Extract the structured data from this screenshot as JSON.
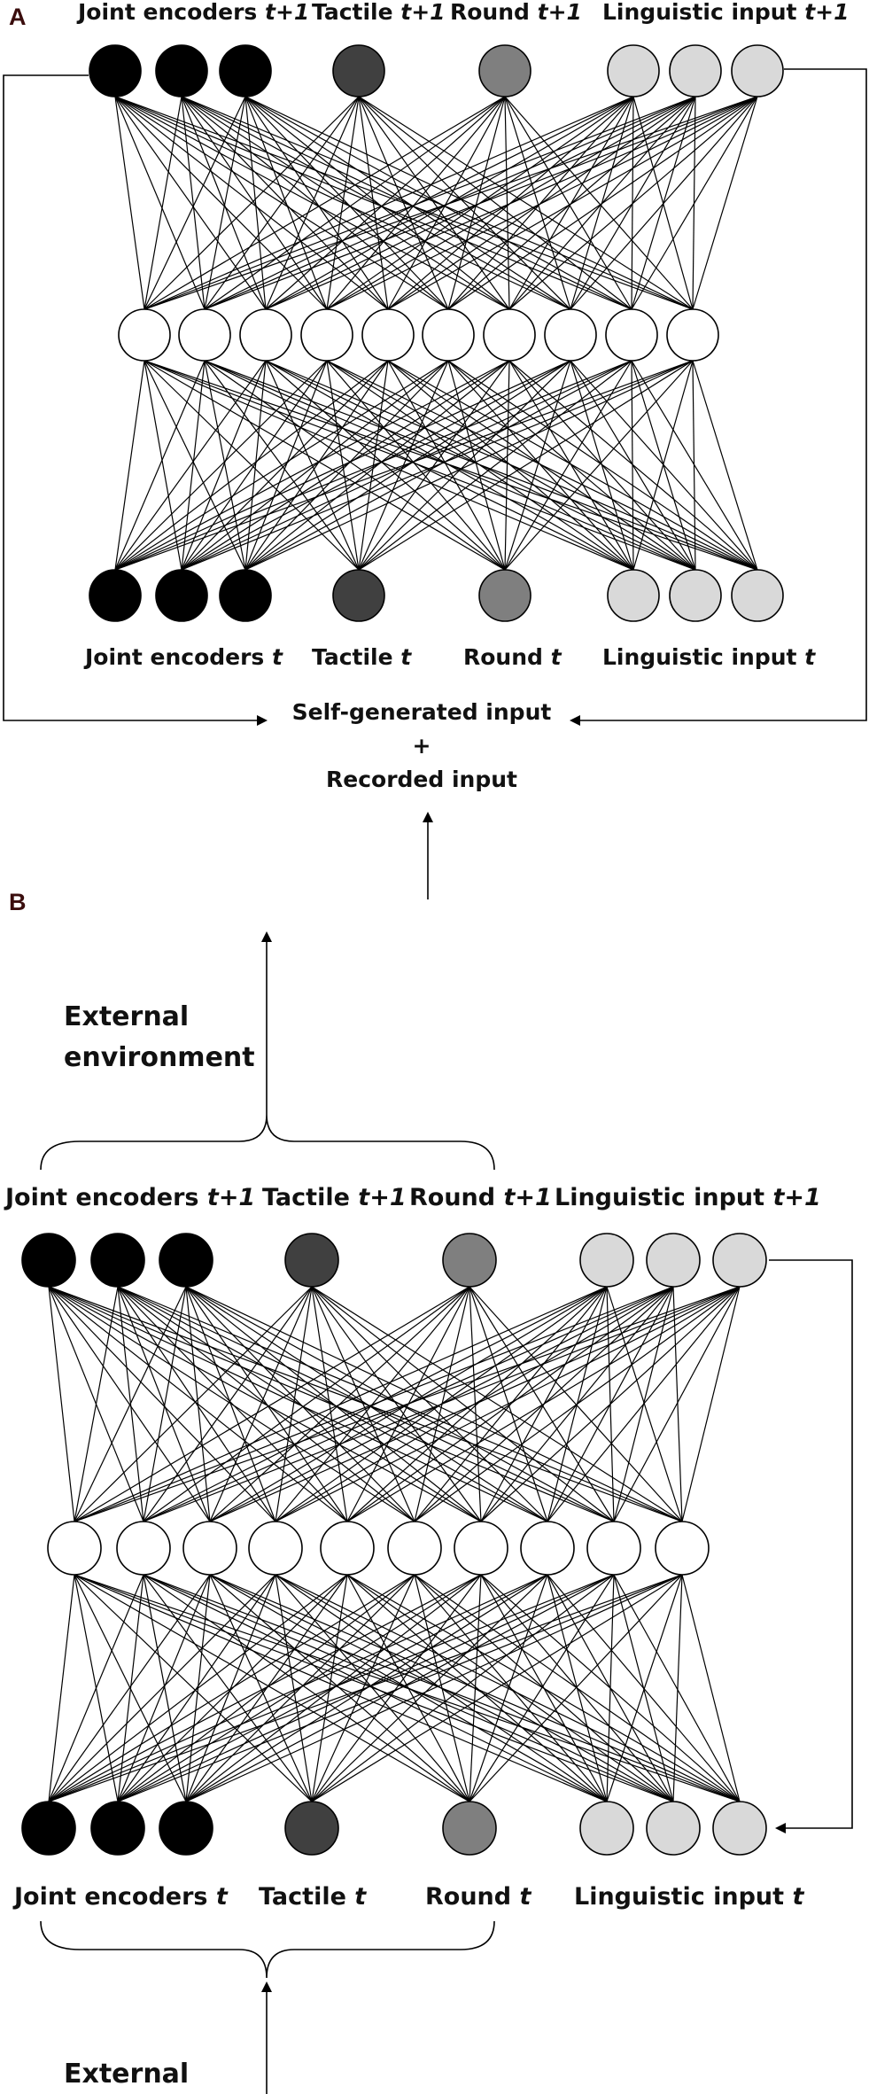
{
  "panels": [
    {
      "letter": "A",
      "output_labels": [
        {
          "name": "Joint encoders ",
          "time": "t+1"
        },
        {
          "name": "Tactile ",
          "time": "t+1"
        },
        {
          "name": "Round ",
          "time": "t+1"
        },
        {
          "name": "Linguistic input ",
          "time": "t+1"
        }
      ],
      "input_labels": [
        {
          "name": "Joint encoders ",
          "time": "t"
        },
        {
          "name": "Tactile ",
          "time": "t"
        },
        {
          "name": "Round ",
          "time": "t"
        },
        {
          "name": "Linguistic input ",
          "time": "t"
        }
      ],
      "feedback_text": [
        "Self-generated input",
        "+",
        "Recorded input"
      ]
    },
    {
      "letter": "B",
      "environment_top": [
        "External",
        "environment"
      ],
      "output_labels": [
        {
          "name": "Joint encoders ",
          "time": "t+1"
        },
        {
          "name": "Tactile ",
          "time": "t+1"
        },
        {
          "name": "Round ",
          "time": "t+1"
        },
        {
          "name": "Linguistic input ",
          "time": "t+1"
        }
      ],
      "input_labels": [
        {
          "name": "Joint encoders ",
          "time": "t"
        },
        {
          "name": "Tactile ",
          "time": "t"
        },
        {
          "name": "Round ",
          "time": "t"
        },
        {
          "name": "Linguistic input ",
          "time": "t"
        }
      ],
      "environment_bottom": [
        "External"
      ]
    }
  ],
  "colors": {
    "joint": "#000000",
    "tactile": "#404040",
    "round": "#7f7f7f",
    "linguistic": "#d9d9d9",
    "hidden": "#ffffff"
  }
}
